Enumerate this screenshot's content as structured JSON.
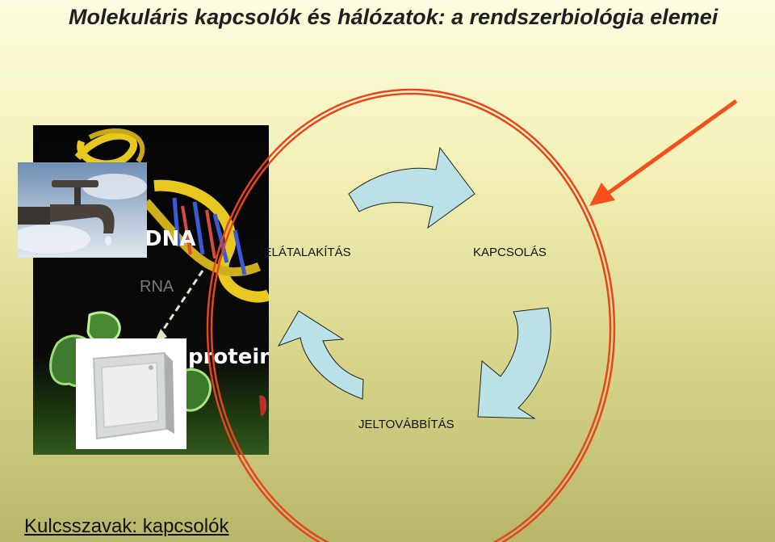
{
  "title": "Molekuláris kapcsolók és hálózatok: a rendszerbiológia elemei",
  "keywords": "Kulcsszavak: kapcsolók",
  "bio_panel": {
    "dna_label": "DNA",
    "rna_label": "RNA",
    "proteins_label": "proteins"
  },
  "cycle": {
    "steps": [
      {
        "label": "JELÁTALAKÍTÁS"
      },
      {
        "label": "KAPCSOLÁS"
      },
      {
        "label": "JELTOVÁBBÍTÁS"
      }
    ]
  },
  "colors": {
    "circle": "#e6451e",
    "pointer_arrow": "#f4501c",
    "cycle_arrow_fill": "#b9e1e6",
    "dna_ribbon": "#e8c81e"
  },
  "icons": [
    "water-tap-photo",
    "wall-switch-photo",
    "dna-helix",
    "protein-blob"
  ]
}
